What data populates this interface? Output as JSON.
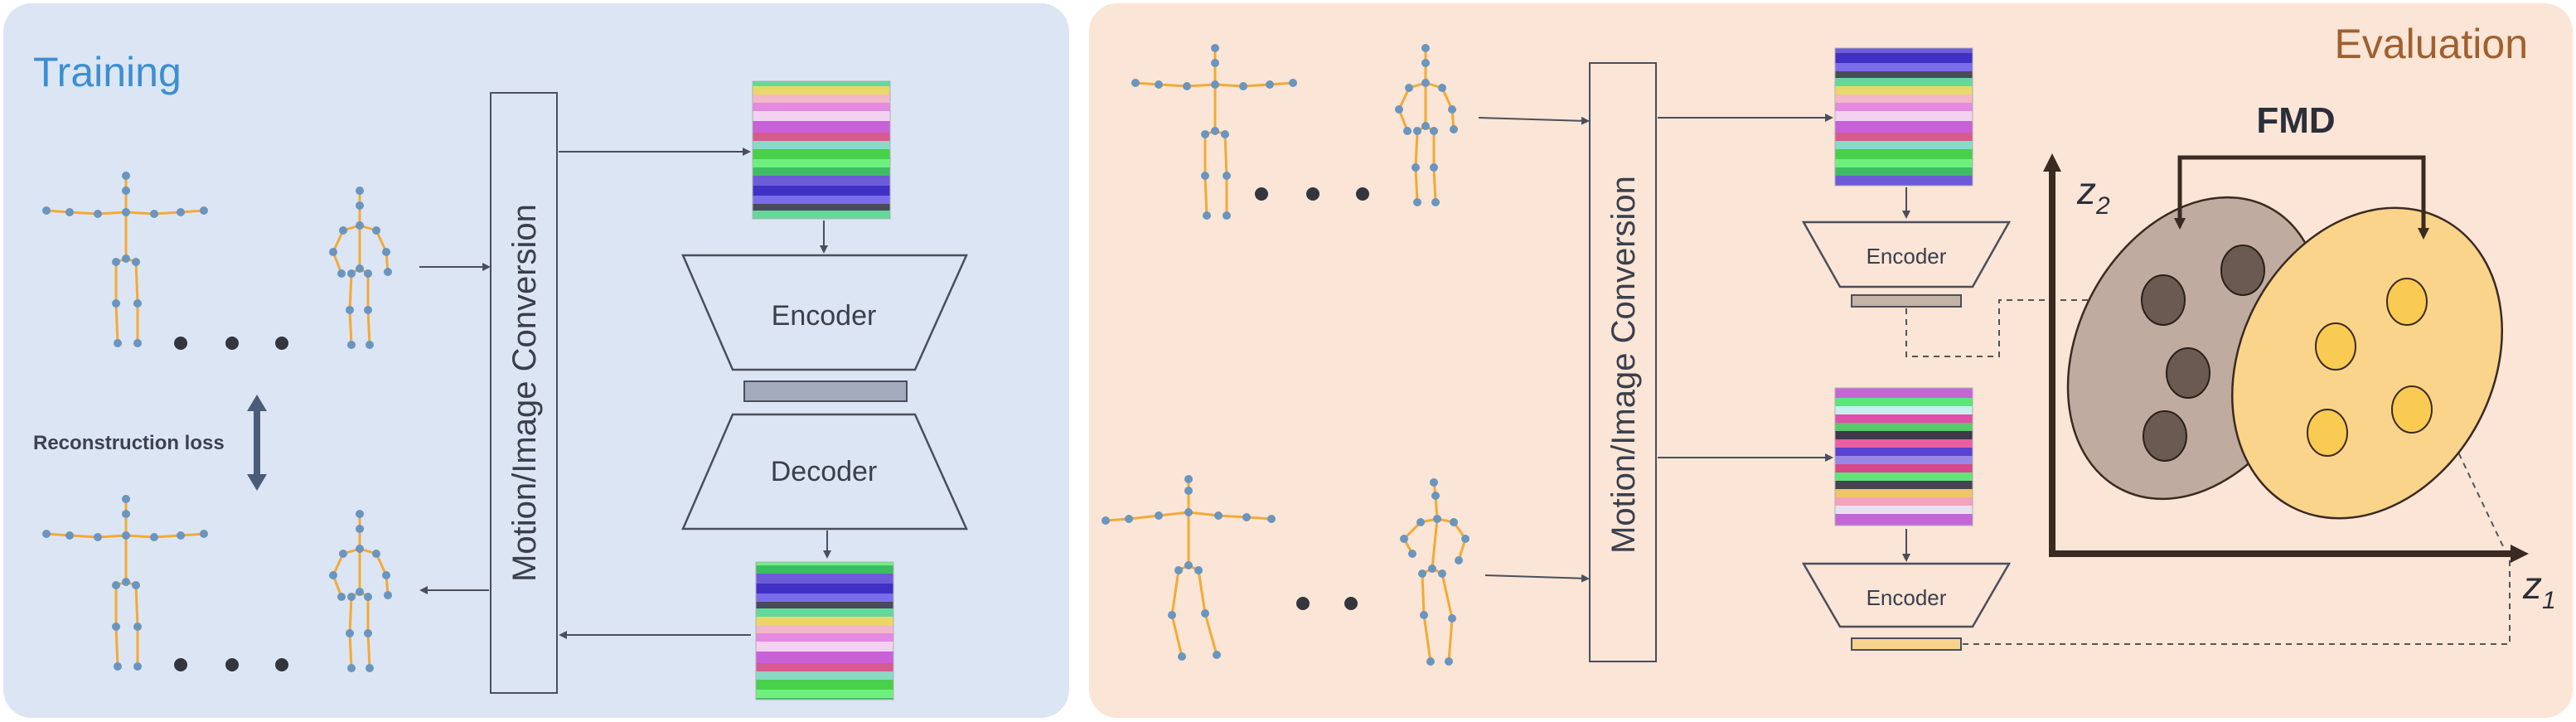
{
  "colors": {
    "training_bg": "#dce5f3",
    "evaluation_bg": "#fbe5d6",
    "training_title": "#3b8fd0",
    "evaluation_title": "#a0602e",
    "bone": "#f2aa36",
    "joint": "#6a95bf",
    "line": "#4a4f5c",
    "latent_bar_training": "#a3abbc",
    "latent_bar_real": "#c5b3a8",
    "latent_bar_generated": "#f7d38e",
    "real_cluster": "#bfab9f",
    "generated_cluster": "#f9d48a",
    "real_point": "#6a5a52",
    "generated_point": "#f9cb52",
    "axis": "#3a2a22"
  },
  "training": {
    "title": "Training",
    "conversion_label": "Motion/Image Conversion",
    "encoder_label": "Encoder",
    "decoder_label": "Decoder",
    "loss_label": "Reconstruction loss"
  },
  "evaluation": {
    "title": "Evaluation",
    "conversion_label": "Motion/Image Conversion",
    "encoder_top_label": "Encoder",
    "encoder_bottom_label": "Encoder",
    "metric_label": "FMD",
    "axis_y_symbol": "z",
    "axis_y_subscript": "2",
    "axis_x_symbol": "z",
    "axis_x_subscript": "1"
  },
  "icons": {
    "skeleton": "stick-figure-skeleton-icon",
    "motion_image": "motion-image-heatmap-icon",
    "ellipsis": "three-dots-icon"
  }
}
